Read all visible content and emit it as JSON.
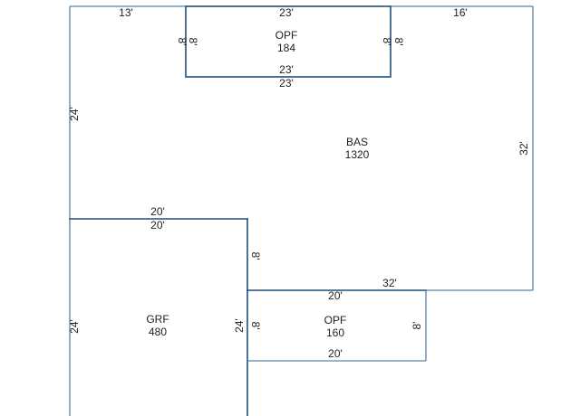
{
  "areas": {
    "bas": {
      "code": "BAS",
      "value": "1320"
    },
    "opf_top": {
      "code": "OPF",
      "value": "184"
    },
    "grf": {
      "code": "GRF",
      "value": "480"
    },
    "opf_bottom": {
      "code": "OPF",
      "value": "160"
    }
  },
  "dimensions": {
    "top_left": "13'",
    "top_opf_outer": "23'",
    "top_right": "16'",
    "opf_top_left": "8'",
    "opf_top_left_inner": "8'",
    "opf_top_right_inner": "8'",
    "opf_top_right": "8'",
    "opf_top_bottom_inner": "23'",
    "opf_top_bottom_outer": "23'",
    "left_bas": "24'",
    "right_bas": "32'",
    "grf_top_outer": "20'",
    "grf_top_inner": "20'",
    "bas_step": "8'",
    "bas_bottom": "32'",
    "opf_bottom_top": "20'",
    "left_grf": "24'",
    "grf_right": "24'",
    "opf_bottom_left": "8'",
    "opf_bottom_right": "8'",
    "opf_bottom_bottom": "20'"
  }
}
